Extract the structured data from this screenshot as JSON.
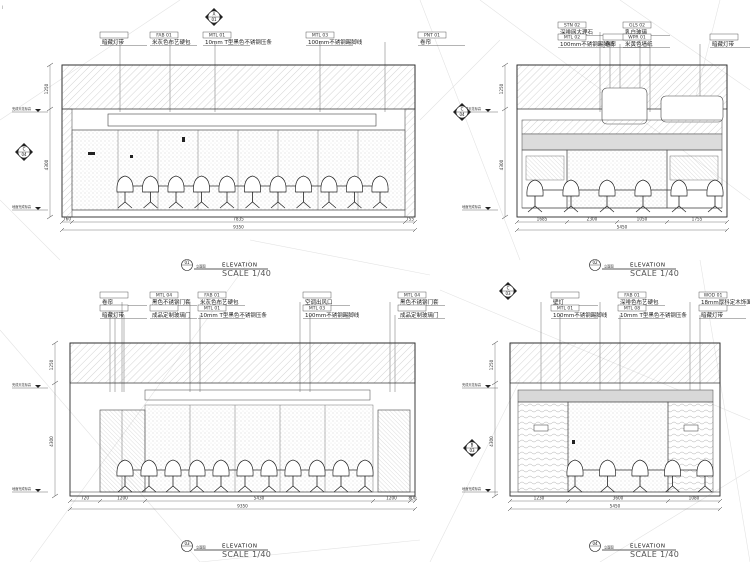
{
  "elevations": [
    {
      "id": "top-left",
      "tags": [
        {
          "code": "",
          "label": "暗藏灯带"
        },
        {
          "code": "FAB 01",
          "label": "米灰色布艺硬包"
        },
        {
          "code": "MTL 01",
          "label": "10mm T型黑色不锈钢压条"
        },
        {
          "code": "MTL 03",
          "label": "100mm不锈钢踢脚线"
        },
        {
          "code": "PNT 01",
          "label": "卷帘"
        }
      ],
      "heights": [
        "1250",
        "4300"
      ],
      "widths": [
        "760",
        "7835",
        "755"
      ],
      "total": "9350",
      "level_upper": "完成天花标高",
      "level_lower": "地面完成标高",
      "title_num": "01",
      "title_sub": "立面图",
      "elevation_word": "ELEVATION",
      "scale": "SCALE 1/40"
    },
    {
      "id": "top-right",
      "tags": [
        {
          "code": "STN 02",
          "label": "深啡网大理石"
        },
        {
          "code": "MTL 02",
          "label": "100mm不锈钢踢脚线"
        },
        {
          "code": "",
          "label": "卷帘"
        },
        {
          "code": "GLS 02",
          "label": "乳白玻璃"
        },
        {
          "code": "WPR 01",
          "label": "米黄色墙纸"
        },
        {
          "code": "",
          "label": "暗藏灯带"
        }
      ],
      "heights": [
        "1250",
        "4300"
      ],
      "widths": [
        "1685",
        "2300",
        "1050",
        "1755"
      ],
      "total": "5450",
      "level_upper": "完成天花标高",
      "level_lower": "地面完成标高",
      "title_num": "02",
      "title_sub": "立面图",
      "elevation_word": "ELEVATION",
      "scale": "SCALE 1/40"
    },
    {
      "id": "bottom-left",
      "tags": [
        {
          "code": "",
          "label": "卷帘"
        },
        {
          "code": "",
          "label": "暗藏灯带"
        },
        {
          "code": "MTL 04",
          "label": "黑色不锈钢门套"
        },
        {
          "code": "",
          "label": "成品定制玻璃门"
        },
        {
          "code": "FAB 01",
          "label": "米灰色布艺硬包"
        },
        {
          "code": "MTL 01",
          "label": "10mm T型黑色不锈钢压条"
        },
        {
          "code": "",
          "label": "空调出风口"
        },
        {
          "code": "MTL 03",
          "label": "100mm不锈钢踢脚线"
        },
        {
          "code": "MTL 04",
          "label": "黑色不锈钢门套"
        },
        {
          "code": "",
          "label": "成品定制玻璃门"
        }
      ],
      "heights": [
        "1250",
        "4300"
      ],
      "widths": [
        "720",
        "1200",
        "5430",
        "1200",
        "800"
      ],
      "total": "9350",
      "level_upper": "完成天花标高",
      "level_lower": "地面完成标高",
      "title_num": "03",
      "title_sub": "立面图",
      "elevation_word": "ELEVATION",
      "scale": "SCALE 1/40"
    },
    {
      "id": "bottom-right",
      "tags": [
        {
          "code": "",
          "label": "壁灯"
        },
        {
          "code": "MTL 01",
          "label": "100mm不锈钢踢脚线"
        },
        {
          "code": "FAB 01",
          "label": "深啡色布艺硬包"
        },
        {
          "code": "MTL 08",
          "label": "10mm T型黑色不锈钢压条"
        },
        {
          "code": "WOD 01",
          "label": "18mm厚科定木饰面"
        },
        {
          "code": "",
          "label": "暗藏灯带"
        }
      ],
      "heights": [
        "1250",
        "4300"
      ],
      "widths": [
        "1230",
        "3600",
        "1080"
      ],
      "total": "5450",
      "level_upper": "完成天花标高",
      "level_lower": "地面完成标高",
      "title_num": "04",
      "title_sub": "立面图",
      "elevation_word": "ELEVATION",
      "scale": "SCALE 1/40"
    }
  ],
  "section_markers": [
    {
      "id": "m1",
      "top": "A",
      "bottom": "01"
    },
    {
      "id": "m2",
      "top": "C",
      "bottom": "04"
    },
    {
      "id": "m3",
      "top": "C",
      "bottom": "04"
    },
    {
      "id": "m4",
      "top": "B",
      "bottom": "03"
    },
    {
      "id": "m5",
      "top": "C",
      "bottom": "03"
    }
  ],
  "colors": {
    "line": "#2a2a2a",
    "thin": "#555555",
    "hatch": "#9a9a9a",
    "background_web": "#e6e6e6"
  }
}
